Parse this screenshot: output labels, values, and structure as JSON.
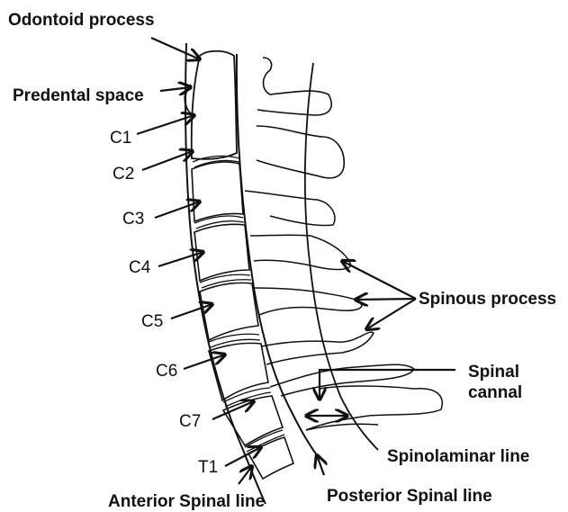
{
  "labels": {
    "odontoid": "Odontoid process",
    "predental": "Predental space",
    "c1": "C1",
    "c2": "C2",
    "c3": "C3",
    "c4": "C4",
    "c5": "C5",
    "c6": "C6",
    "c7": "C7",
    "t1": "T1",
    "spinous": "Spinous process",
    "spinal_line1": "Spinal",
    "spinal_line2": "cannal",
    "spinolaminar": "Spinolaminar line",
    "anterior": "Anterior Spinal line",
    "posterior": "Posterior Spinal line"
  }
}
